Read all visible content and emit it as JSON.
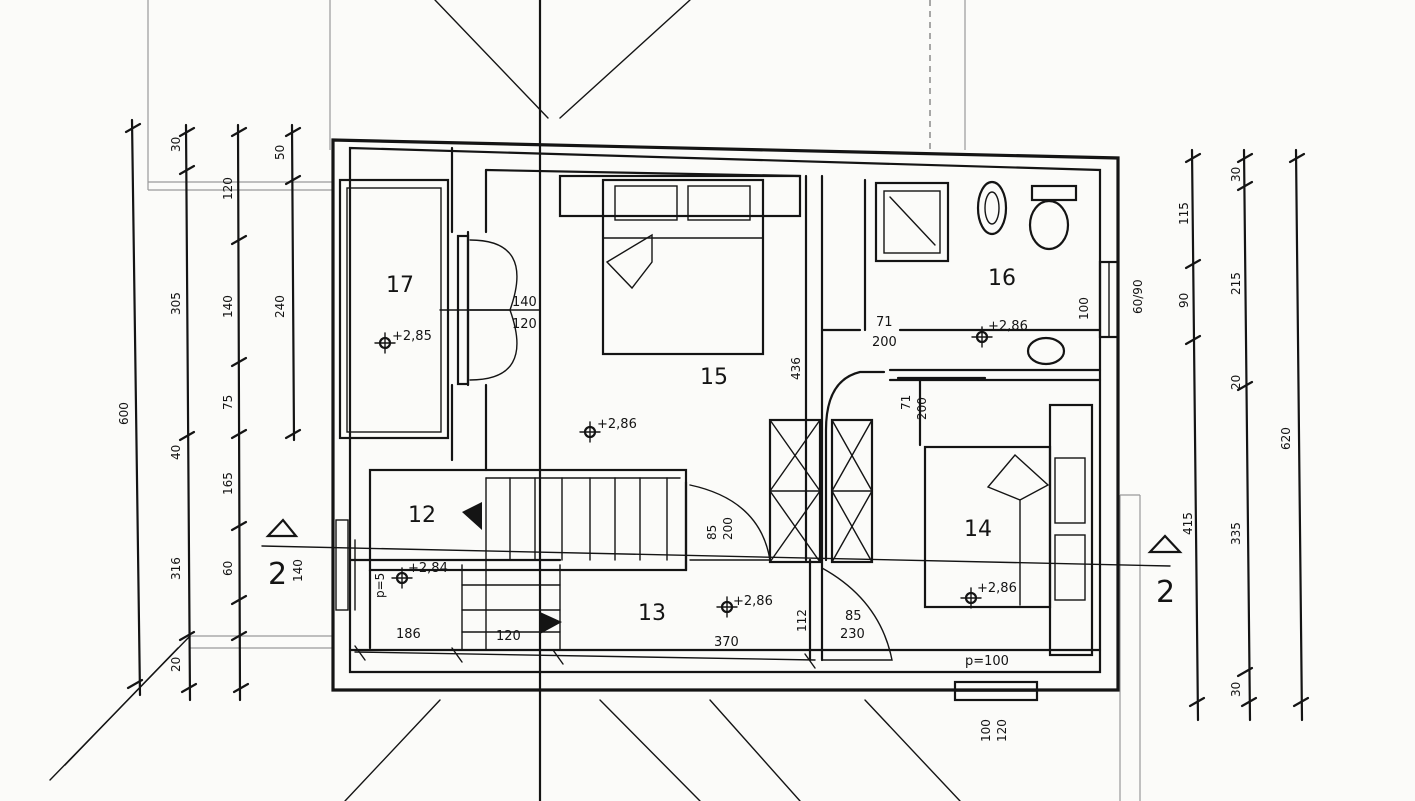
{
  "rooms": {
    "r12": "12",
    "r13": "13",
    "r14": "14",
    "r15": "15",
    "r16": "16",
    "r17": "17"
  },
  "levels": {
    "l17": "+2,85",
    "l15": "+2,86",
    "l16": "+2,86",
    "l12": "+2,84",
    "l13": "+2,86",
    "l14": "+2,86"
  },
  "section_marks": {
    "left": "2",
    "right": "2",
    "right_code": "415"
  },
  "dimensions": {
    "door17_top": "140",
    "door17_bottom": "120",
    "door16_top": "71",
    "door16_bottom": "200",
    "door14_top": "71",
    "door14_bottom": "200",
    "stair_door": "85",
    "stair_door_b": "200",
    "hall_door_top": "85",
    "hall_door_bottom": "230",
    "bottom_186": "186",
    "bottom_120": "120",
    "bottom_370": "370",
    "bottom_112": "112",
    "bottom_p100": "p=100",
    "window_top": "100",
    "window_bottom": "120",
    "wall_436": "436",
    "left_140": "140",
    "left_p": "p=5",
    "right_window": "60/90",
    "right_window_b": "100",
    "left_30": "30",
    "left_305": "305",
    "left_40": "40",
    "left_316": "316",
    "left_20": "20",
    "left_600": "600",
    "left_120": "120",
    "left_140b": "140",
    "left_75": "75",
    "left_165": "165",
    "left_60": "60",
    "left_50": "50",
    "left_240": "240",
    "right_115": "115",
    "right_90": "90",
    "right_215": "215",
    "right_335": "335",
    "right_30a": "30",
    "right_30b": "30",
    "right_20": "20",
    "right_620": "620"
  }
}
